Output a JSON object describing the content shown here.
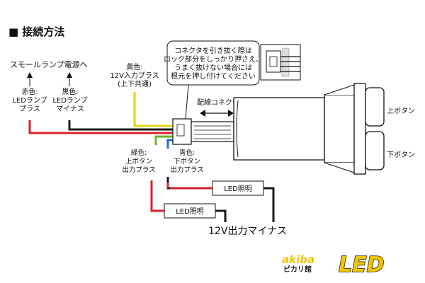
{
  "heading": "■ 接続方法",
  "labels": {
    "small_lamp": "スモールランプ電源へ",
    "red_line1": "赤色:",
    "red_line2": "LEDランプ",
    "red_line3": "プラス",
    "black_line1": "黒色:",
    "black_line2": "LEDランプ",
    "black_line3": "マイナス",
    "yellow_line1": "黄色:",
    "yellow_line2": "12V入力プラス",
    "yellow_line3": "(上下共通)",
    "green_line1": "緑色:",
    "green_line2": "上ボタン",
    "green_line3": "出力プラス",
    "blue_line1": "青色:",
    "blue_line2": "下ボタン",
    "blue_line3": "出力プラス",
    "connector": "配線コネクタ",
    "upper_button": "上ボタン",
    "lower_button": "下ボタン",
    "led_light_1": "LED照明",
    "led_light_2": "LED照明",
    "output_minus": "12V出力マイナス"
  },
  "note": {
    "line1": "コネクタを引き抜く際は",
    "line2": "ロック部分をしっかり押さえ、",
    "line3": "うまく抜けない場合には",
    "line4": "根元を押し付けてください"
  },
  "logo": {
    "brand": "akiba",
    "sub": "ピカリ館",
    "led": "LED"
  },
  "colors": {
    "red": "#d8202a",
    "black": "#1a1a1a",
    "yellow": "#e3d21a",
    "green": "#6ab32e",
    "blue": "#1f6fc0",
    "logo_yellow": "#f2c400"
  }
}
